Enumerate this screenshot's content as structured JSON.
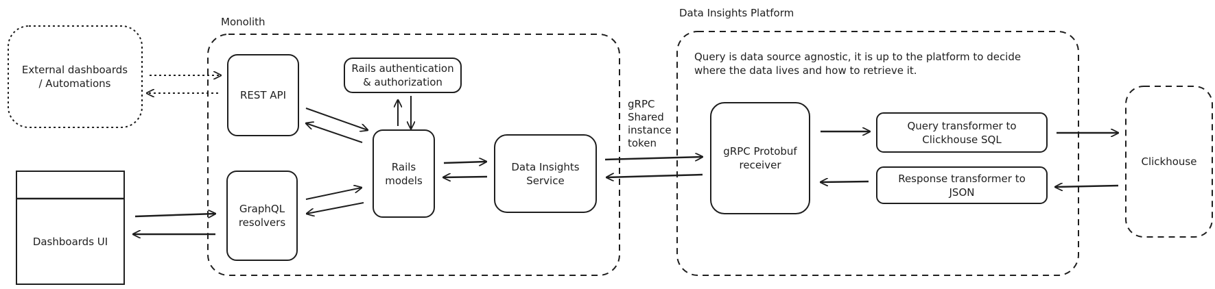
{
  "groups": {
    "monolith": {
      "title": "Monolith"
    },
    "platform": {
      "title": "Data Insights Platform",
      "note": "Query is data source agnostic, it is up to the platform to decide\nwhere the data lives and how to retrieve it."
    }
  },
  "nodes": {
    "external": "External dashboards\n/ Automations",
    "dashboards_ui": "Dashboards UI",
    "rest_api": "REST API",
    "graphql": "GraphQL\nresolvers",
    "rails_auth": "Rails authentication\n& authorization",
    "rails_models": "Rails\nmodels",
    "di_service": "Data Insights\nService",
    "grpc_receiver": "gRPC Protobuf\nreceiver",
    "query_transformer": "Query transformer to\nClickhouse SQL",
    "response_transformer": "Response transformer to\nJSON",
    "clickhouse": "Clickhouse"
  },
  "edge_labels": {
    "grpc_link": "gRPC\nShared\ninstance\ntoken"
  },
  "style": {
    "stroke": "#1e1e1e",
    "background": "#ffffff"
  }
}
